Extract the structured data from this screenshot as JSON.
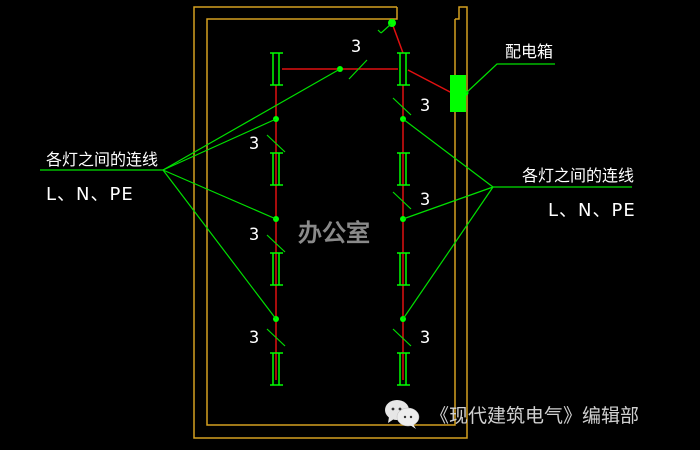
{
  "room_label": "办公室",
  "distribution_box_label": "配电箱",
  "left_annotation": {
    "title": "各灯之间的连线",
    "wires": "L、N、PE"
  },
  "right_annotation": {
    "title": "各灯之间的连线",
    "wires": "L、N、PE"
  },
  "wire_count_marks": [
    "3",
    "3",
    "3",
    "3",
    "3",
    "3",
    "3"
  ],
  "footer": {
    "icon": "wechat-icon",
    "text": "《现代建筑电气》编辑部"
  },
  "colors": {
    "background": "#000000",
    "wall": "#d4a020",
    "circuit": "#e01010",
    "fixture": "#00ff00",
    "leader": "#00e000",
    "text": "#ffffff",
    "room_text": "#8a8a8a"
  }
}
